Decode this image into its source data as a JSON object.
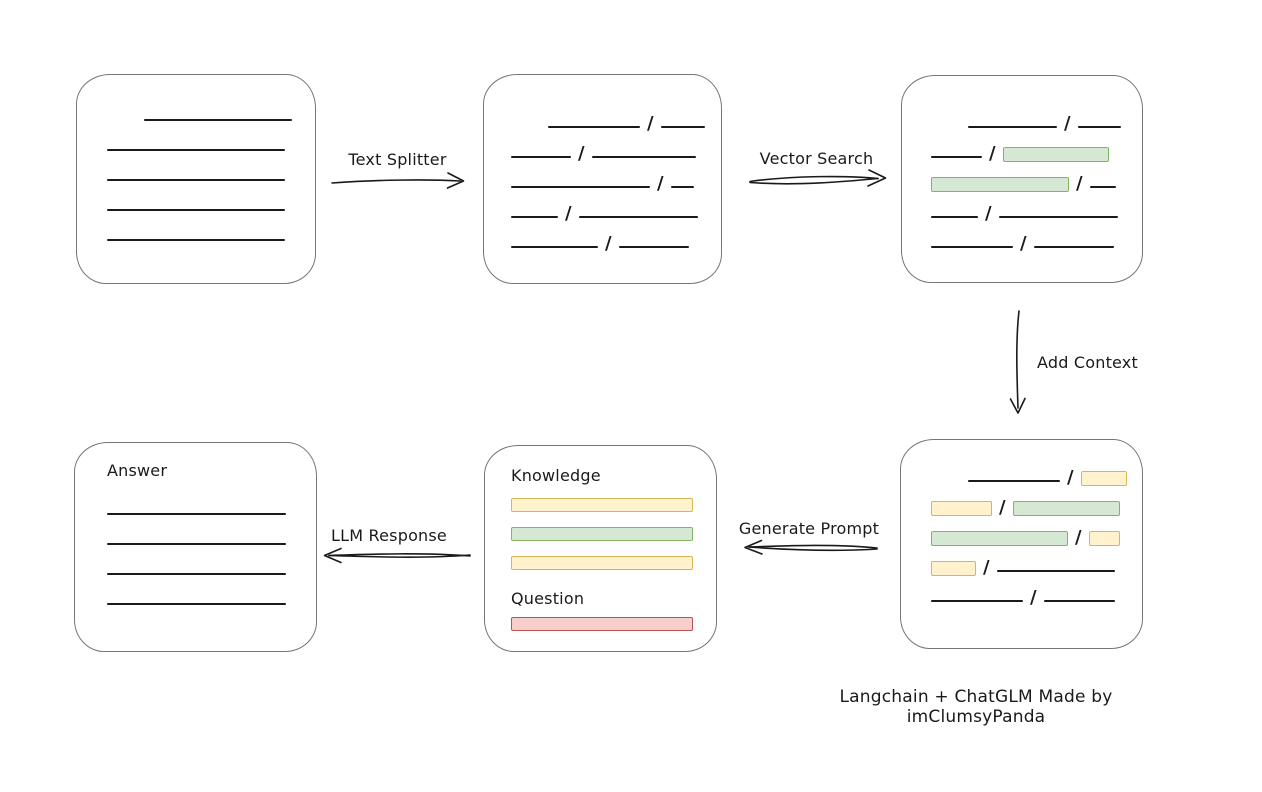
{
  "caption": "Langchain + ChatGLM Made by imClumsyPanda",
  "labels": {
    "text_splitter": "Text Splitter",
    "vector_search": "Vector Search",
    "add_context": "Add Context",
    "generate_prompt": "Generate Prompt",
    "llm_response": "LLM Response"
  },
  "colors": {
    "green_fill": "#d5e8d4",
    "green_border": "#82b366",
    "yellow_fill": "#fff2cc",
    "yellow_border": "#d6b656",
    "red_fill": "#f8cecc",
    "red_border": "#b85450",
    "box_border": "#757575",
    "ink": "#1a1a1a"
  },
  "boxes": {
    "document": {
      "rows": [
        [
          {
            "t": "gap",
            "w": 30
          },
          {
            "t": "line",
            "w": 148
          }
        ],
        [
          {
            "t": "line",
            "w": 178
          }
        ],
        [
          {
            "t": "line",
            "w": 178
          }
        ],
        [
          {
            "t": "line",
            "w": 178
          }
        ],
        [
          {
            "t": "line",
            "w": 178
          }
        ]
      ]
    },
    "chunks": {
      "rows": [
        [
          {
            "t": "gap",
            "w": 30
          },
          {
            "t": "line",
            "w": 92
          },
          {
            "t": "slash"
          },
          {
            "t": "line",
            "w": 44
          }
        ],
        [
          {
            "t": "line",
            "w": 60
          },
          {
            "t": "slash"
          },
          {
            "t": "line",
            "w": 104
          }
        ],
        [
          {
            "t": "line",
            "w": 139
          },
          {
            "t": "slash"
          },
          {
            "t": "line",
            "w": 23
          }
        ],
        [
          {
            "t": "line",
            "w": 47
          },
          {
            "t": "slash"
          },
          {
            "t": "line",
            "w": 119
          }
        ],
        [
          {
            "t": "line",
            "w": 87
          },
          {
            "t": "slash"
          },
          {
            "t": "line",
            "w": 70
          }
        ]
      ]
    },
    "matched": {
      "rows": [
        [
          {
            "t": "gap",
            "w": 30
          },
          {
            "t": "line",
            "w": 89
          },
          {
            "t": "slash"
          },
          {
            "t": "line",
            "w": 43
          }
        ],
        [
          {
            "t": "line",
            "w": 51
          },
          {
            "t": "slash"
          },
          {
            "t": "green",
            "w": 106
          }
        ],
        [
          {
            "t": "green",
            "w": 138
          },
          {
            "t": "slash"
          },
          {
            "t": "line",
            "w": 26
          }
        ],
        [
          {
            "t": "line",
            "w": 47
          },
          {
            "t": "slash"
          },
          {
            "t": "line",
            "w": 119
          }
        ],
        [
          {
            "t": "line",
            "w": 82
          },
          {
            "t": "slash"
          },
          {
            "t": "line",
            "w": 80
          }
        ]
      ]
    },
    "context": {
      "rows": [
        [
          {
            "t": "gap",
            "w": 30
          },
          {
            "t": "line",
            "w": 92
          },
          {
            "t": "slash"
          },
          {
            "t": "yellow",
            "w": 46
          }
        ],
        [
          {
            "t": "yellow",
            "w": 61
          },
          {
            "t": "slash"
          },
          {
            "t": "green",
            "w": 107
          }
        ],
        [
          {
            "t": "green",
            "w": 137
          },
          {
            "t": "slash"
          },
          {
            "t": "yellow",
            "w": 31
          }
        ],
        [
          {
            "t": "yellow",
            "w": 45
          },
          {
            "t": "slash"
          },
          {
            "t": "line",
            "w": 118
          }
        ],
        [
          {
            "t": "line",
            "w": 92
          },
          {
            "t": "slash"
          },
          {
            "t": "line",
            "w": 71
          }
        ]
      ]
    },
    "prompt": {
      "knowledge_label": "Knowledge",
      "question_label": "Question",
      "knowledge_rows": [
        [
          {
            "t": "yellow",
            "w": 182
          }
        ],
        [
          {
            "t": "green",
            "w": 182
          }
        ],
        [
          {
            "t": "yellow",
            "w": 182
          }
        ]
      ],
      "question_rows": [
        [
          {
            "t": "red",
            "w": 182
          }
        ]
      ]
    },
    "answer": {
      "label": "Answer",
      "rows": [
        [
          {
            "t": "line",
            "w": 179
          }
        ],
        [
          {
            "t": "line",
            "w": 179
          }
        ],
        [
          {
            "t": "line",
            "w": 179
          }
        ],
        [
          {
            "t": "line",
            "w": 179
          }
        ]
      ]
    }
  }
}
